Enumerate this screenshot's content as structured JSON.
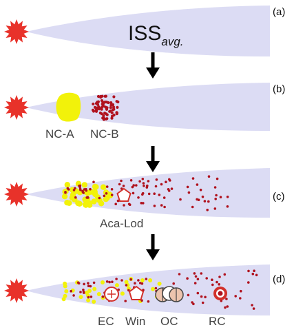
{
  "panels": [
    {
      "label": "(a)",
      "title": {
        "main": "ISS",
        "subscript": "avg."
      },
      "captions": []
    },
    {
      "label": "(b)",
      "captions": [
        "NC-A",
        "NC-B"
      ]
    },
    {
      "label": "(c)",
      "captions": [
        "Aca-Lod"
      ]
    },
    {
      "label": "(d)",
      "captions": [
        "EC",
        "Win",
        "OC",
        "RC"
      ]
    }
  ],
  "colors": {
    "star": "#e8322a",
    "beam": "#dcdcf4",
    "nucleus_yellow": "#f2f20a",
    "dots_red": "#b0121e",
    "arrow": "#000000",
    "oc_fill": "#edc4ae"
  },
  "icons": [
    "sun-star-icon",
    "down-arrow-icon",
    "pentagon-icon",
    "circled-plus-icon",
    "target-icon"
  ]
}
